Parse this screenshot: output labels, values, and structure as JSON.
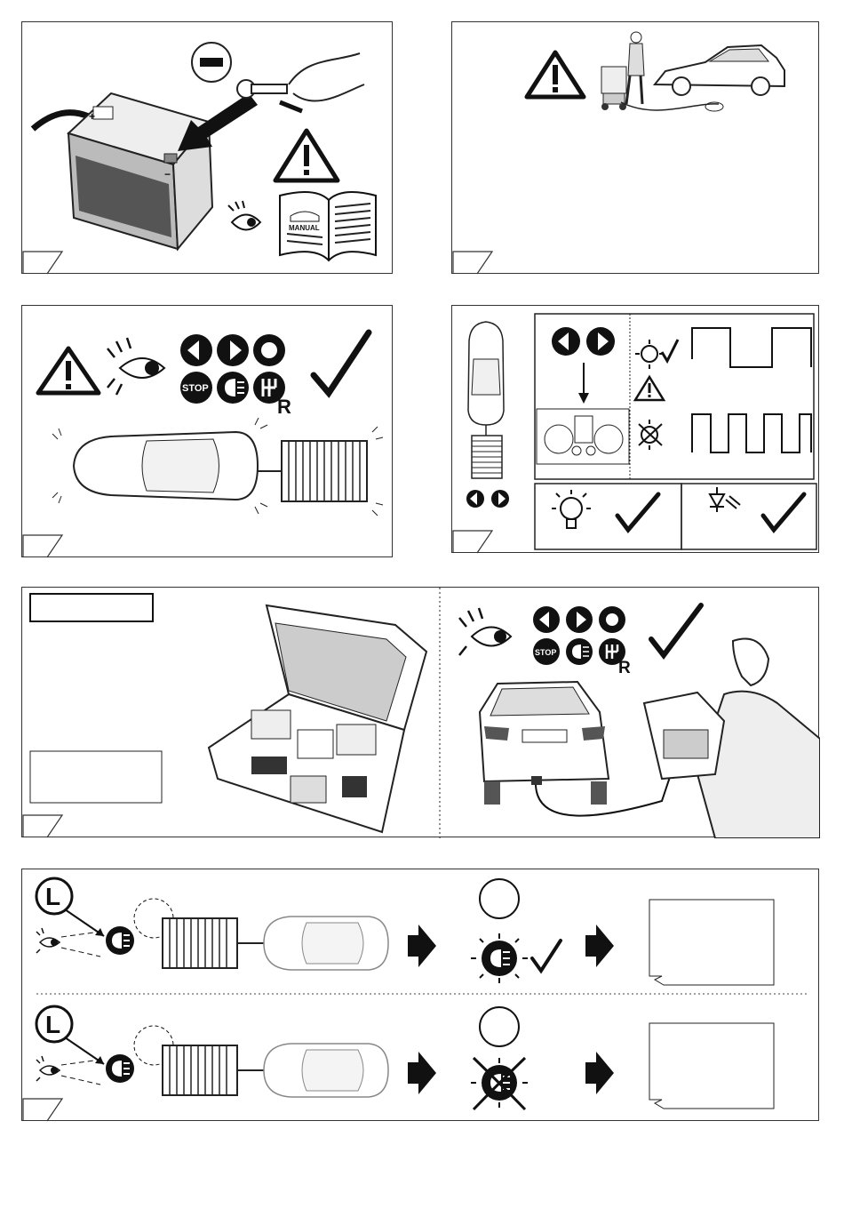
{
  "labels": {
    "manual": "MANUAL",
    "stop": "STOP",
    "reverse_letter": "R",
    "lamp_letter": "L"
  },
  "icons": {
    "warning": "warning-triangle-icon",
    "eye": "eye-icon",
    "check": "check-mark-icon",
    "left": "turn-left-icon",
    "right": "turn-right-icon",
    "brake": "brake-light-icon",
    "stop": "stop-light-icon",
    "fog": "rear-fog-light-icon",
    "reverse": "reverse-gear-icon",
    "bulb": "bulb-icon",
    "led": "led-icon",
    "arrow": "arrow-right-icon"
  }
}
